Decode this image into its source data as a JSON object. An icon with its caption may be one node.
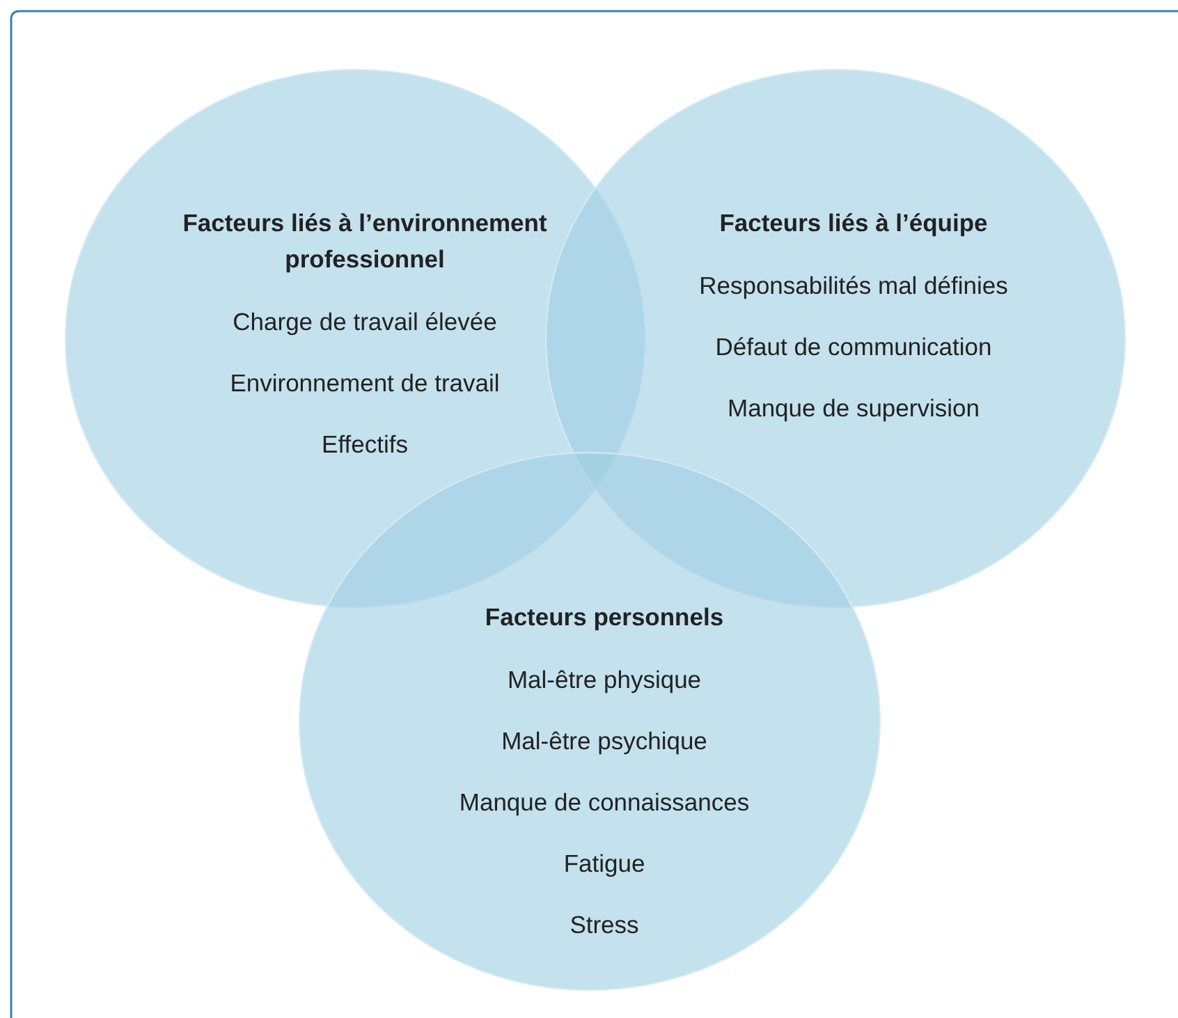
{
  "diagram": {
    "nodes": [
      {
        "text": [
          "Facteurs liés à l’environnement professionnel",
          "Charge de travail élevée",
          "Environnement de travail",
          "Effectifs"
        ]
      },
      {
        "text": [
          "Facteurs liés à l’équipe",
          "Responsabilités mal définies",
          "Défaut de communication",
          "Manque de supervision"
        ]
      },
      {
        "text": [
          "Facteurs personnels",
          "Mal-être physique",
          "Mal-être psychique",
          "Manque de connaissances",
          "Fatigue",
          "Stress"
        ]
      }
    ]
  }
}
